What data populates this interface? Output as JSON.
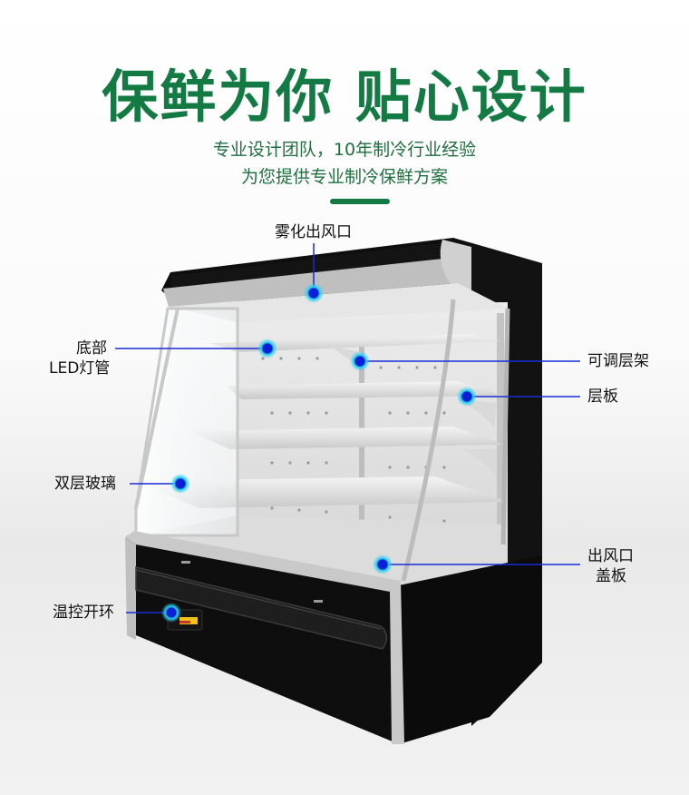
{
  "header": {
    "title": "保鲜为你  贴心设计",
    "subtitle_line1": "专业设计团队，10年制冷行业经验",
    "subtitle_line2": "为您提供专业制冷保鲜方案"
  },
  "callouts": {
    "mist_outlet": "雾化出风口",
    "bottom_led_line1": "底部",
    "bottom_led_line2": "LED灯管",
    "adjustable_shelf": "可调层架",
    "shelf": "层板",
    "double_glass": "双层玻璃",
    "outlet_cover_line1": "出风口",
    "outlet_cover_line2": "盖板",
    "temp_switch": "温控开环"
  },
  "colors": {
    "brand_green": "#137a43",
    "dot_fill": "#0a1fd6",
    "dot_glow": "#2ad1f0",
    "line": "#1a2bd8"
  }
}
